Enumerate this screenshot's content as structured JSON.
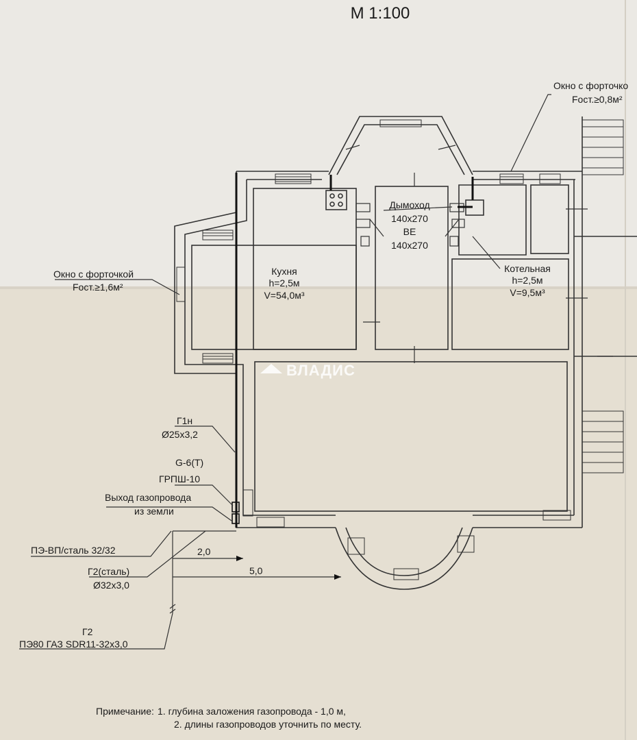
{
  "scale": "М 1:100",
  "watermark": "ВЛАДИС",
  "rooms": {
    "kitchen": {
      "name": "Кухня",
      "height": "h=2,5м",
      "volume": "V=54,0м³"
    },
    "chimney": {
      "name": "Дымоход",
      "size1": "140х270",
      "ve": "ВЕ",
      "size2": "140х270"
    },
    "boiler": {
      "name": "Котельная",
      "height": "h=2,5м",
      "volume": "V=9,5м³"
    }
  },
  "callouts": {
    "window_left": {
      "line1": "Окно с форточкой",
      "line2": "Fост.≥1,6м²"
    },
    "window_right": {
      "line1": "Окно с форточко",
      "line2": "Fост.≥0,8м²"
    },
    "g1n": "Г1н",
    "pipe1": "Ø25х3,2",
    "meter": "G-6(Т)",
    "regulator": "ГРПШ-10",
    "exit_line1": "Выход газопровода",
    "exit_line2": "из земли",
    "pe_steel": "ПЭ-ВП/сталь 32/32",
    "dim1": "2,0",
    "dim2": "5,0",
    "g2_steel": "Г2(сталь)",
    "pipe2": "Ø32х3,0",
    "g2": "Г2",
    "pe80": "ПЭ80 ГАЗ SDR11-32х3,0"
  },
  "note": {
    "prefix": "Примечание:",
    "line1": "1. глубина заложения газопровода - 1,0 м,",
    "line2": "2. длины газопроводов уточнить по месту."
  }
}
